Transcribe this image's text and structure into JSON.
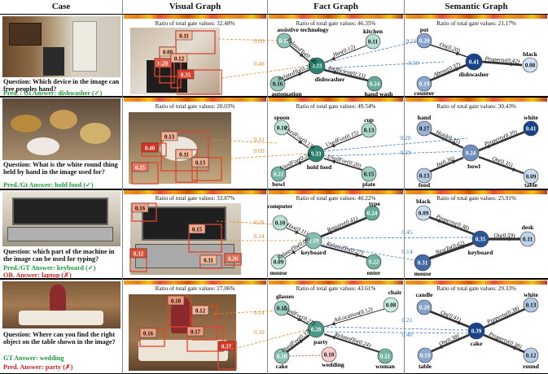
{
  "headers": [
    "Case",
    "Visual Graph",
    "Fact Graph",
    "Semantic Graph"
  ],
  "rows": [
    {
      "question": "Question: Which device in the image can free peoples hand?",
      "answers": [
        {
          "text": "Pred. / Gt Answer: dishwasher (✓)",
          "color": "green"
        }
      ],
      "visual": {
        "ratio": "Ratio of total gate values: 32.48%",
        "boxes": [
          "0.11",
          "0.29",
          "0.09",
          "0.12",
          "0.35"
        ],
        "links": [
          "0.08",
          "0.48"
        ]
      },
      "fact": {
        "ratio": "Ratio of total gate values: 46.35%",
        "nodes": [
          {
            "value": "0.18",
            "label": "assistive technology"
          },
          {
            "value": "0.11",
            "label": "kitchen"
          },
          {
            "value": "0.33",
            "label": "dishwasher"
          },
          {
            "value": "0.16",
            "label": "automation"
          },
          {
            "value": "0.24",
            "label": "hand wash"
          }
        ],
        "edges": [
          "RelatedTo(0.18)",
          "Has(0.12)",
          "RelatedTo(0.21)",
          "Inefficient(0.33)"
        ]
      },
      "semantic": {
        "ratio": "Ratio of total gate values: 21.17%",
        "nodes": [
          {
            "value": "0.20",
            "label": "pot"
          },
          {
            "value": "0.08",
            "label": "black"
          },
          {
            "value": "0.41",
            "label": "dishwasher"
          },
          {
            "value": "0.19",
            "label": "counter"
          }
        ],
        "edges": [
          "On(0.20)",
          "Property(0.42)",
          "Above(0.37)"
        ],
        "links": [
          "0.11",
          "0.50"
        ]
      }
    },
    {
      "question": "Question: What is the white round thing held by hand in the image used for?",
      "answers": [
        {
          "text": "Pred./Gt Answer: hold food (✓)",
          "color": "green"
        }
      ],
      "visual": {
        "ratio": "Ratio of total gate values: 20.03%",
        "boxes": [
          "0.40",
          "0.13",
          "0.25",
          "0.11",
          "0.13"
        ],
        "links": [
          "0.32",
          "0.09"
        ]
      },
      "fact": {
        "ratio": "Ratio of total gate values: 49.54%",
        "nodes": [
          {
            "value": "0.10",
            "label": "spoon"
          },
          {
            "value": "0.13",
            "label": "cup"
          },
          {
            "value": "0.33",
            "label": "hold food"
          },
          {
            "value": "0.21",
            "label": "bowl"
          },
          {
            "value": "0.15",
            "label": "plate"
          }
        ],
        "edges": [
          "UsedFor(0.13)",
          "UsedFor(0.15)",
          "UsedFor(0.24)",
          "UsedFor(0.20)"
        ]
      },
      "semantic": {
        "ratio": "Ratio of total gate values: 30.43%",
        "nodes": [
          {
            "value": "0.17",
            "label": "hand"
          },
          {
            "value": "0.41",
            "label": "white"
          },
          {
            "value": "0.24",
            "label": "bowl"
          },
          {
            "value": "0.13",
            "label": "food"
          },
          {
            "value": "0.09",
            "label": "table"
          }
        ],
        "edges": [
          "Hold(0.35)",
          "Property(0.39)",
          "In(0.36)",
          "On(0.35)"
        ],
        "links": [
          "0.20",
          "0.29"
        ]
      }
    },
    {
      "question": "Question: which part of the machine in the image can be used for typing?",
      "answers": [
        {
          "text": "Pred./GT Answer: keyboard (✓)",
          "color": "green"
        },
        {
          "text": "OB. Answer: laptop (✗)",
          "color": "red"
        }
      ],
      "visual": {
        "ratio": "Ratio of total gate values: 33.87%",
        "boxes": [
          "0.16",
          "0.15",
          "0.32",
          "0.11",
          "0.26"
        ],
        "links": [
          "0.28",
          "0.34"
        ]
      },
      "fact": {
        "ratio": "Ratio of total gate values: 40.22%",
        "nodes": [
          {
            "value": "0.10",
            "label": "computer"
          },
          {
            "value": "0.24",
            "label": "type"
          },
          {
            "value": "0.19",
            "label": "keyboard"
          },
          {
            "value": "0.09",
            "label": "mouse"
          },
          {
            "value": "0.22",
            "label": "enter"
          }
        ],
        "edges": [
          "Has(0.11)",
          "Require(0.41)",
          "RelatedTo(0.09)",
          "RelatedTo(0.27)"
        ]
      },
      "semantic": {
        "ratio": "Ratio of total gate values: 25.91%",
        "nodes": [
          {
            "value": "0.09",
            "label": "black"
          },
          {
            "value": "0.11",
            "label": "desk"
          },
          {
            "value": "0.35",
            "label": "keyboard"
          },
          {
            "value": "0.31",
            "label": "mouse"
          }
        ],
        "edges": [
          "Property(0.38)",
          "On(0.59)",
          "NextTo(0.62)"
        ],
        "links": [
          "0.45",
          "0.14"
        ]
      }
    },
    {
      "question": "Question: Where can you find the right object on the table shown in the image?",
      "answers": [
        {
          "text": "GT Answer: wedding",
          "color": "green"
        },
        {
          "text": "Pred. Answer: party (✗)",
          "color": "red"
        }
      ],
      "visual": {
        "ratio": "Ratio of total gate values: 27.06%",
        "boxes": [
          "0.18",
          "0.12",
          "0.16",
          "0.17",
          "0.37"
        ],
        "links": [
          "0.14",
          "0.39"
        ]
      },
      "fact": {
        "ratio": "Ratio of total gate values: 43.61%",
        "nodes": [
          {
            "value": "0.15",
            "label": "glasses"
          },
          {
            "value": "0.08",
            "label": "chair"
          },
          {
            "value": "0.28",
            "label": "party"
          },
          {
            "value": "0.18",
            "label": "cake"
          },
          {
            "value": "0.10",
            "label": "wedding"
          },
          {
            "value": "0.21",
            "label": "woman"
          }
        ],
        "edges": [
          "UsedFor(0.21)",
          "AtLocation(0.12)",
          "UsedFor(0.37)",
          "RelatedTo(0.24)"
        ]
      },
      "semantic": {
        "ratio": "Ratio of total gate values: 29.33%",
        "nodes": [
          {
            "value": "0.20",
            "label": "candle"
          },
          {
            "value": "0.13",
            "label": "white"
          },
          {
            "value": "0.39",
            "label": "cake"
          },
          {
            "value": "0.19",
            "label": "table"
          },
          {
            "value": "0.12",
            "label": "round"
          }
        ],
        "edges": [
          "On(0.41)",
          "Property(0.38)",
          "On(0.38)",
          "Property(0.38)"
        ],
        "links": [
          "0.21",
          "0.40"
        ]
      }
    }
  ]
}
